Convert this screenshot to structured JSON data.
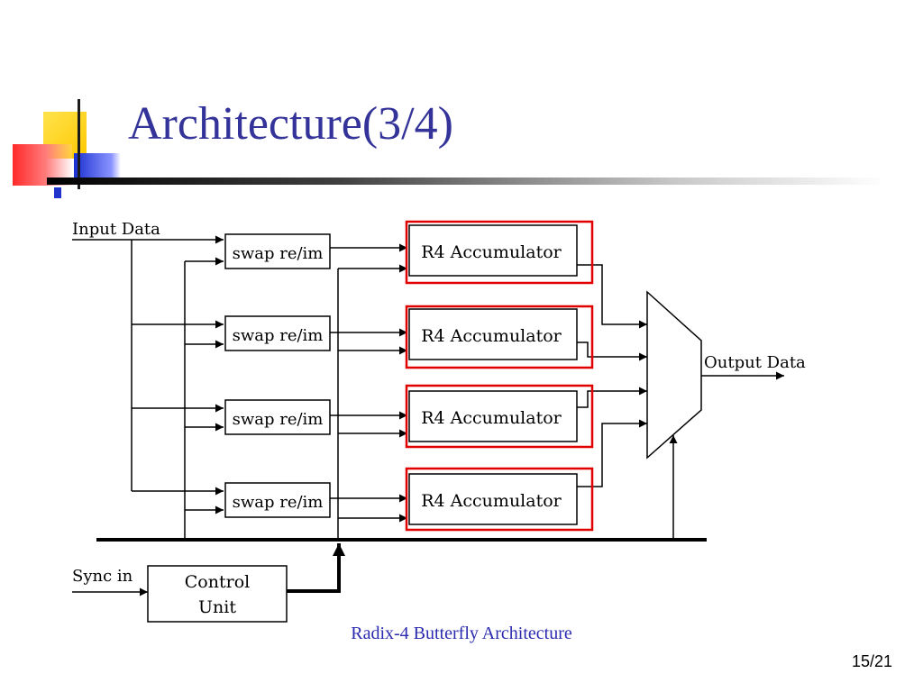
{
  "slide": {
    "title": "Architecture(3/4)",
    "caption": "Radix-4 Butterfly Architecture",
    "page_number": "15/21"
  },
  "diagram": {
    "input_label": "Input Data",
    "output_label": "Output Data",
    "sync_label": "Sync in",
    "control_unit": {
      "line1": "Control",
      "line2": "Unit"
    },
    "swap_blocks": [
      "swap re/im",
      "swap re/im",
      "swap re/im",
      "swap re/im"
    ],
    "accumulators": [
      "R4 Accumulator",
      "R4 Accumulator",
      "R4 Accumulator",
      "R4 Accumulator"
    ]
  },
  "colors": {
    "title": "#333399",
    "caption": "#2a2ab0",
    "highlight_box": "#e00000",
    "deco_yellow": "#ffcc00",
    "deco_blue": "#2233cc",
    "deco_red": "#ff3333"
  }
}
